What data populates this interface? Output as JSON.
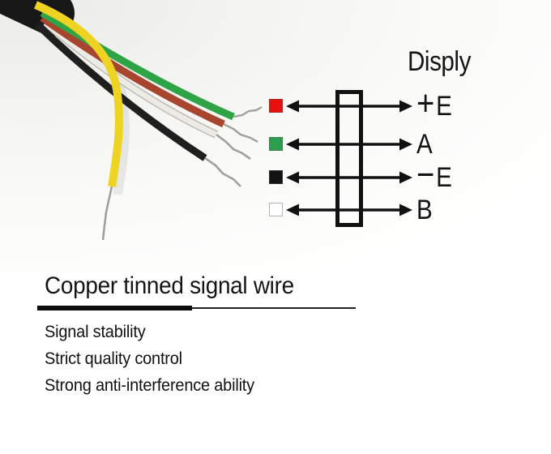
{
  "diagram": {
    "title": "Disply",
    "line_color": "#111111",
    "rows": [
      {
        "sign": "+",
        "name": "E",
        "pin_color": "#e8100f"
      },
      {
        "sign": "",
        "name": "A",
        "pin_color": "#2d9e50"
      },
      {
        "sign": "−",
        "name": "E",
        "pin_color": "#131313"
      },
      {
        "sign": "",
        "name": "B",
        "pin_color": "#ffffff"
      }
    ]
  },
  "photo": {
    "jacket_color": "#171717",
    "tinned_tip_color": "#a1a19b",
    "wires": {
      "yellow": {
        "color": "#eed323"
      },
      "green": {
        "color": "#2ea447"
      },
      "red": {
        "color": "#a8452f"
      },
      "black": {
        "color": "#1f1f1f"
      },
      "white": {
        "color": "#edebe6"
      }
    }
  },
  "caption": {
    "heading": "Copper tinned signal wire",
    "features": [
      "Signal stability",
      "Strict quality control",
      "Strong anti-interference ability"
    ]
  }
}
